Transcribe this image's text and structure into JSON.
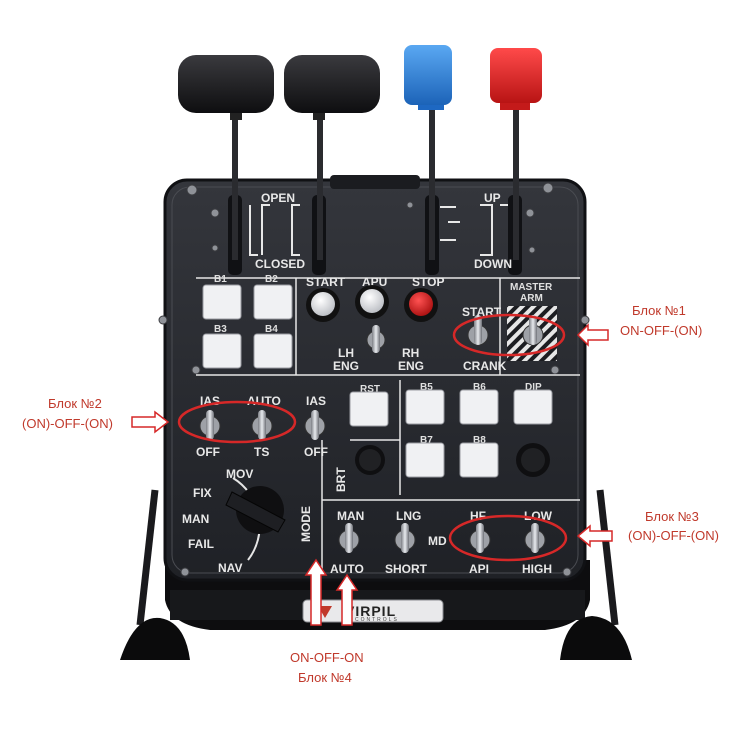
{
  "throttle": {
    "open_label": "OPEN",
    "closed_label": "CLOSED",
    "up_label": "UP",
    "down_label": "DOWN"
  },
  "buttons_left": [
    "B1",
    "B2",
    "B3",
    "B4"
  ],
  "buttons_right": [
    "B5",
    "B6",
    "DIP",
    "B7",
    "B8"
  ],
  "rst_label": "RST",
  "start_button": "START",
  "apu_button": "APU",
  "stop_button": "STOP",
  "engine": {
    "lh": "LH",
    "rh": "RH",
    "eng": "ENG"
  },
  "starter": {
    "start": "START",
    "crank": "CRANK"
  },
  "master_arm": {
    "line1": "MASTER",
    "line2": "ARM"
  },
  "ias_block": {
    "ias": "IAS",
    "auto": "AUTO",
    "off": "OFF",
    "ts": "TS"
  },
  "ias2": {
    "ias": "IAS",
    "off": "OFF"
  },
  "brt_label": "BRT",
  "mode_label": "MODE",
  "rotary": {
    "mov": "MOV",
    "fix": "FIX",
    "man": "MAN",
    "fail": "FAIL",
    "nav": "NAV"
  },
  "nav_toggles": {
    "man": "MAN",
    "auto": "AUTO",
    "lng": "LNG",
    "short": "SHORT",
    "md": "MD",
    "hf": "HF",
    "api": "API",
    "low": "LOW",
    "high": "HIGH"
  },
  "brand": {
    "name": "VIRPIL",
    "sub": "CONTROLS"
  },
  "annotations": {
    "block1_title": "Блок №1",
    "block1_desc": "ON-OFF-(ON)",
    "block2_title": "Блок №2",
    "block2_desc": "(ON)-OFF-(ON)",
    "block3_title": "Блок №3",
    "block3_desc": "(ON)-OFF-(ON)",
    "block4_desc": "ON-OFF-ON",
    "block4_title": "Блок №4"
  },
  "colors": {
    "annotation": "#c0392b",
    "panel": "#2a2c31",
    "blue_knob": "#2f86e0",
    "red_knob": "#e02424"
  }
}
